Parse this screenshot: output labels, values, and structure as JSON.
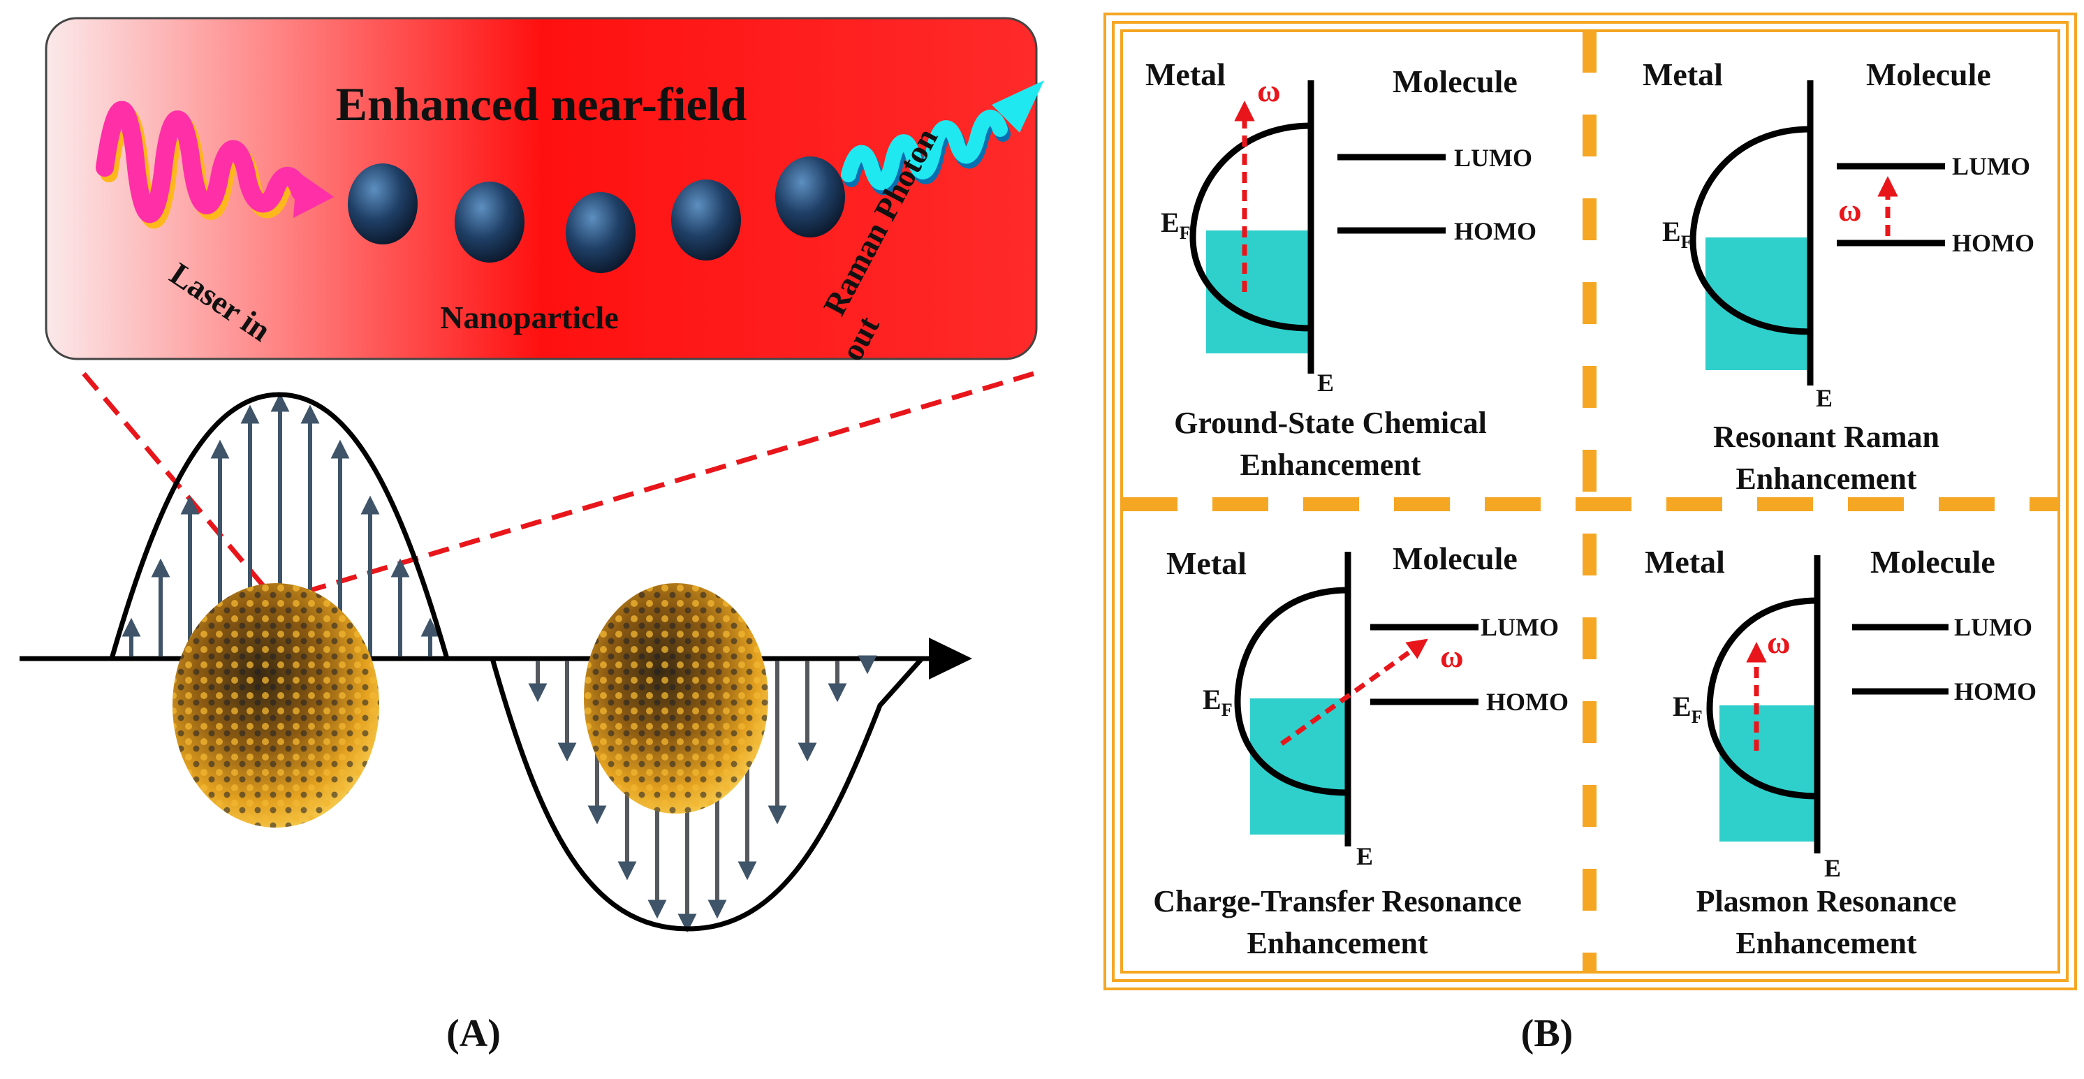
{
  "panel_a": {
    "banner_title": "Enhanced near-field",
    "laser_label": "Laser in",
    "nanoparticle_label": "Nanoparticle",
    "raman_label_line1": "Raman Photon",
    "raman_label_line2": "out",
    "caption": "(A)"
  },
  "panel_b": {
    "caption": "(B)",
    "quadrants": [
      {
        "metal": "Metal",
        "molecule": "Molecule",
        "lumo": "LUMO",
        "homo": "HOMO",
        "fermi": "E",
        "fermi_sub": "F",
        "energy": "E",
        "omega": "ω",
        "title_line1": "Ground-State Chemical",
        "title_line2": "Enhancement"
      },
      {
        "metal": "Metal",
        "molecule": "Molecule",
        "lumo": "LUMO",
        "homo": "HOMO",
        "fermi": "E",
        "fermi_sub": "F",
        "energy": "E",
        "omega": "ω",
        "title_line1": "Resonant Raman",
        "title_line2": "Enhancement"
      },
      {
        "metal": "Metal",
        "molecule": "Molecule",
        "lumo": "LUMO",
        "homo": "HOMO",
        "fermi": "E",
        "fermi_sub": "F",
        "energy": "E",
        "omega": "ω",
        "title_line1": "Charge-Transfer Resonance",
        "title_line2": "Enhancement"
      },
      {
        "metal": "Metal",
        "molecule": "Molecule",
        "lumo": "LUMO",
        "homo": "HOMO",
        "fermi": "E",
        "fermi_sub": "F",
        "energy": "E",
        "omega": "ω",
        "title_line1": "Plasmon Resonance",
        "title_line2": "Enhancement"
      }
    ]
  },
  "colors": {
    "banner_red": "#ff1a1a",
    "metal_fill": "#2fd0cc",
    "excitation_arrow": "#e8161b",
    "frame_orange": "#f5a623",
    "wave_arrow": "#3f5468",
    "laser_pink": "#ff2fa8",
    "raman_cyan": "#20e8f0",
    "particle_gold": "#e29a16"
  }
}
